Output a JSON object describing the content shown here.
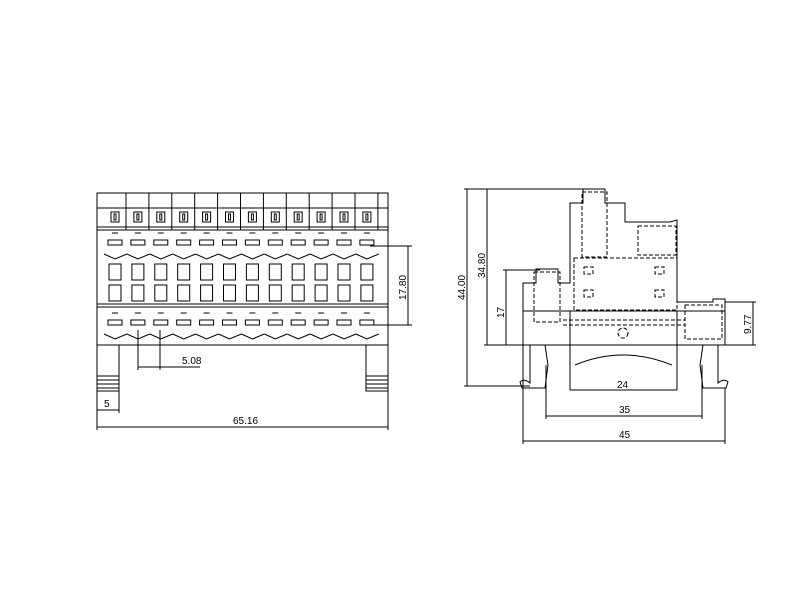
{
  "front_view": {
    "terminal_count": 12,
    "dimensions": {
      "overall_width": "65.16",
      "foot_width": "5",
      "pitch": "5.08",
      "row_spacing": "17.80"
    }
  },
  "side_view": {
    "dimensions": {
      "total_height": "44.00",
      "upper_height": "34.80",
      "lower_height": "17",
      "right_height": "9.77",
      "inner_width": "24",
      "rail_width": "35",
      "overall_width": "45"
    }
  }
}
